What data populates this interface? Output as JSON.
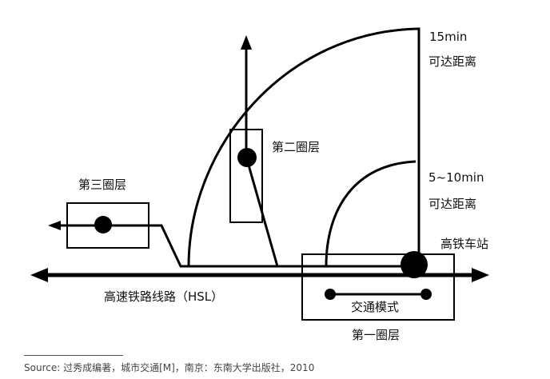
{
  "labels": {
    "range_15": "15min",
    "reach_15": "可达距离",
    "range_5_10": "5~10min",
    "reach_5_10": "可达距离",
    "station": "高铁车站",
    "ring_two": "第二圈层",
    "ring_three": "第三圈层",
    "hsl_line": "高速铁路线路（HSL）",
    "transport_mode": "交通模式",
    "ring_one": "第一圈层"
  },
  "source": "Source: 过秀成编著，城市交通[M]，南京：东南大学出版社，2010",
  "colors": {
    "ink": "#000000",
    "text": "#111111",
    "source": "#444444"
  }
}
